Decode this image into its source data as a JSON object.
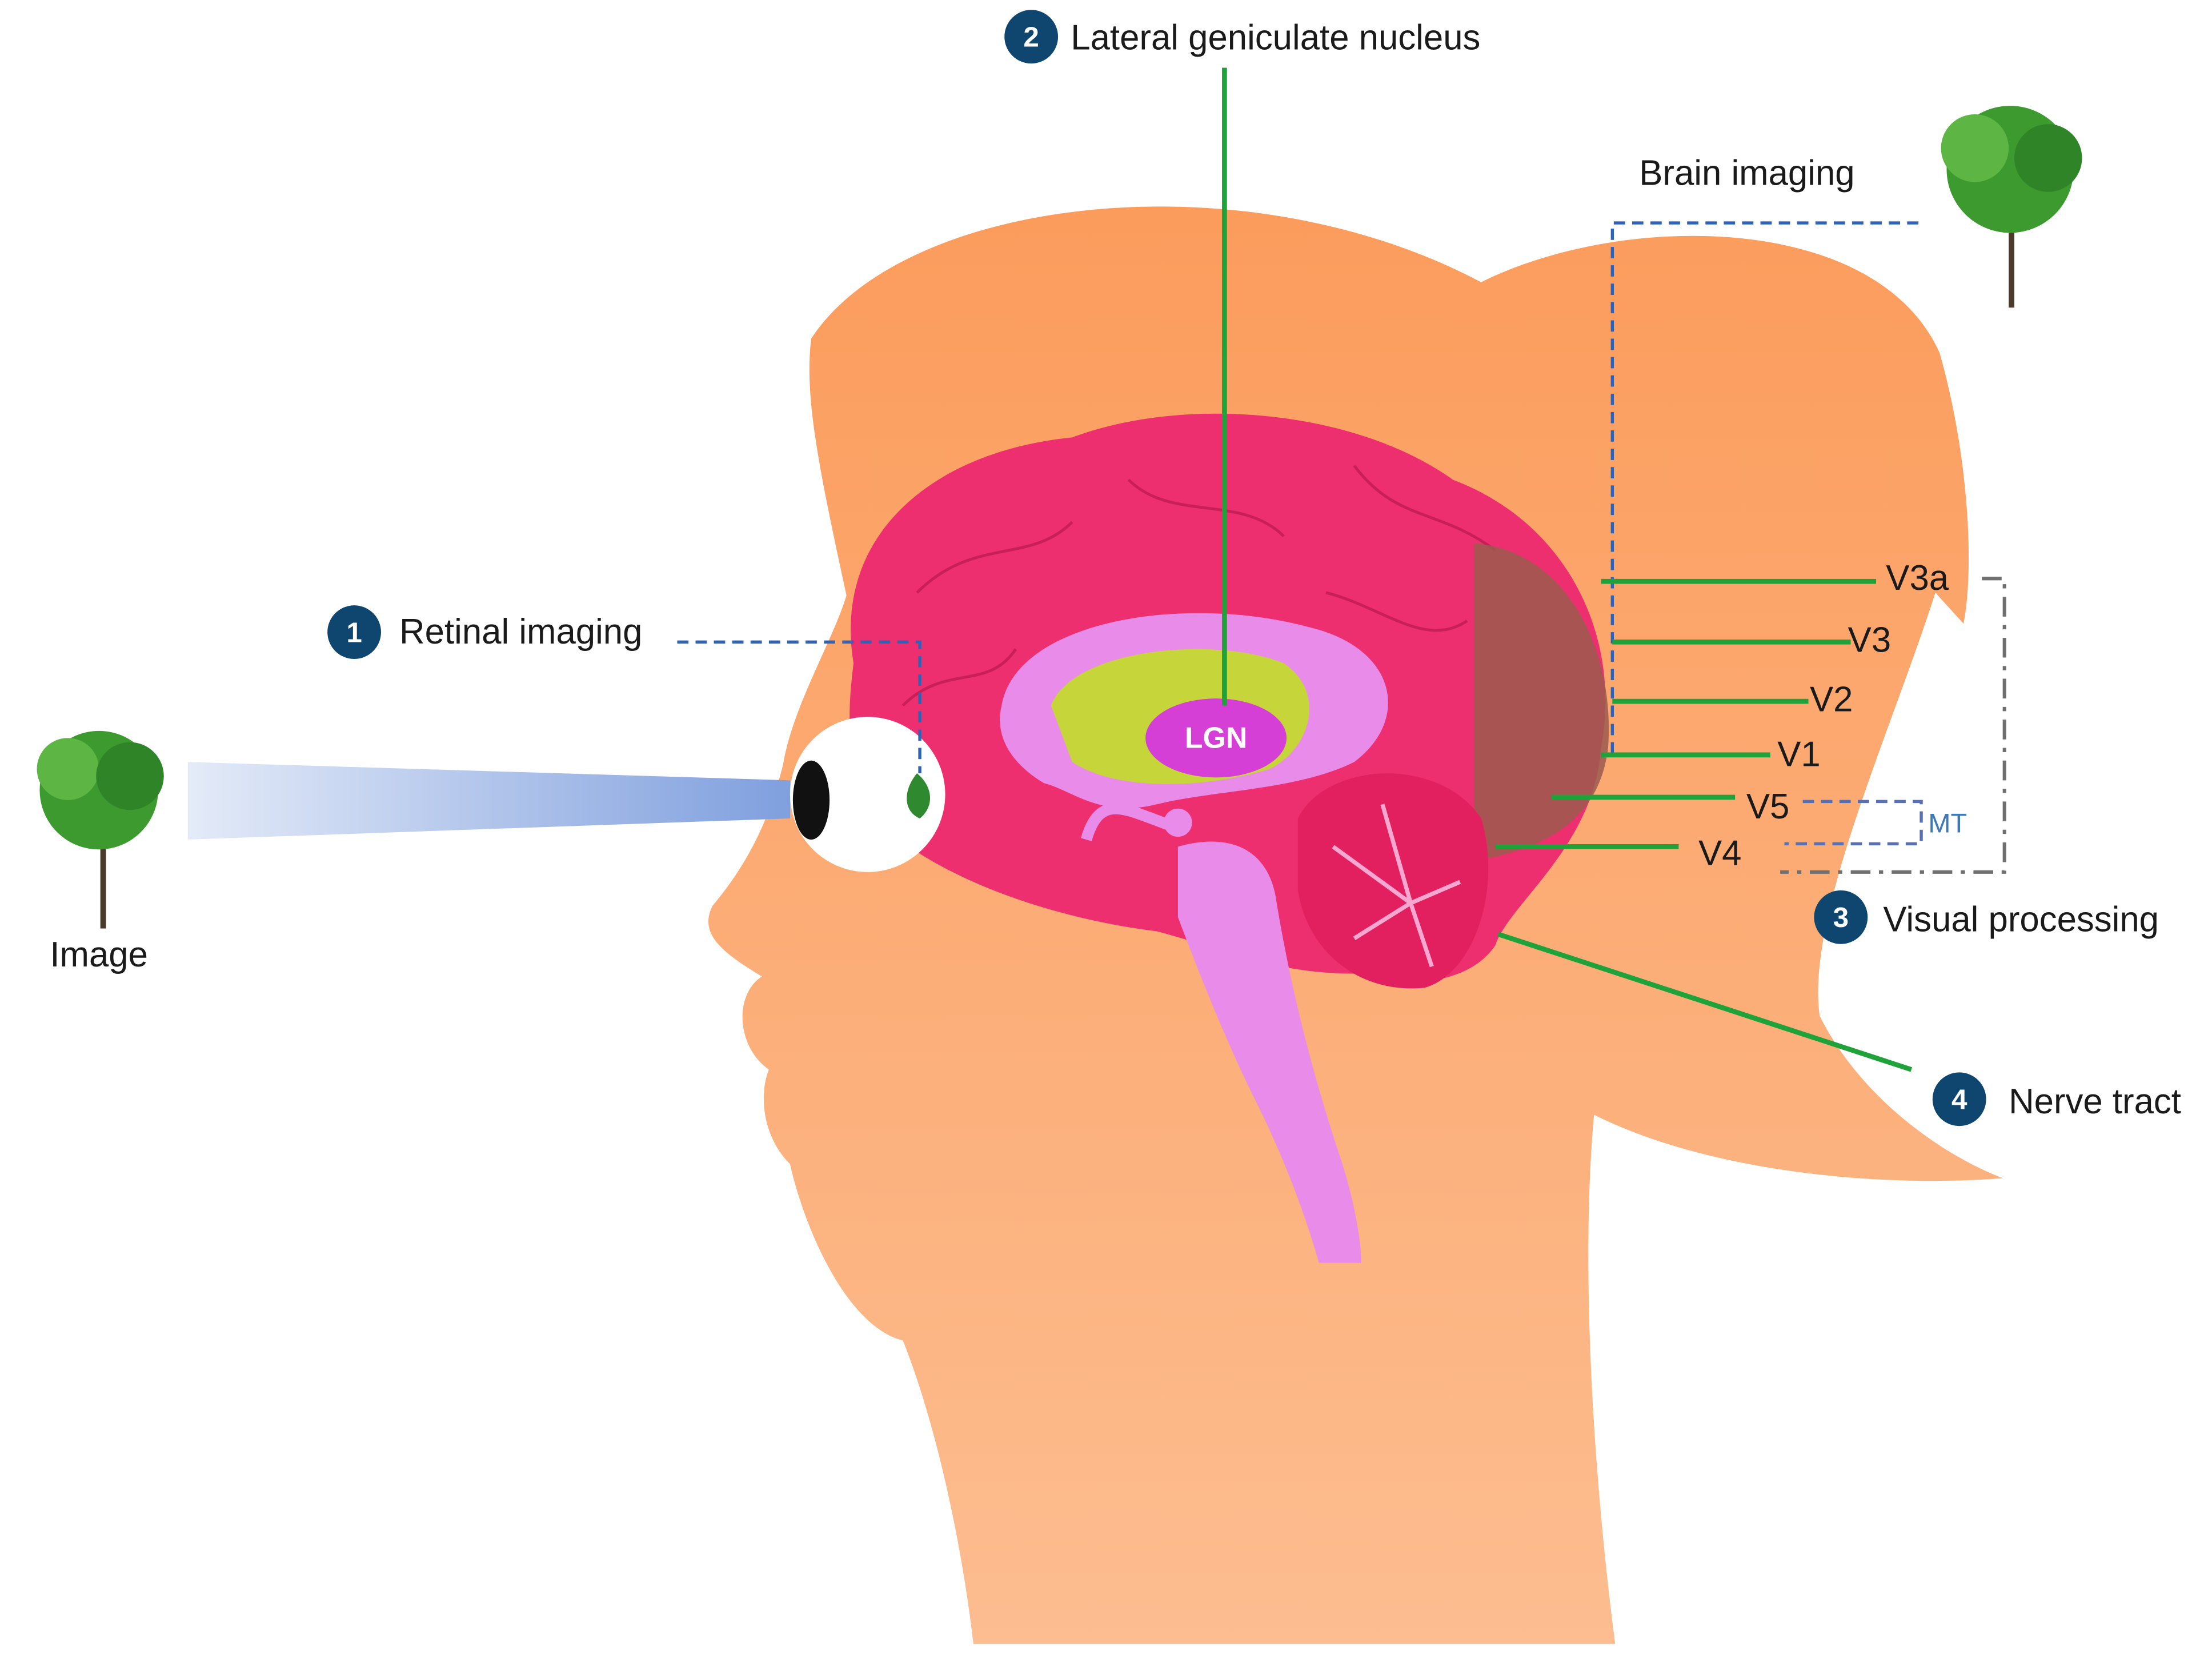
{
  "labels": {
    "image": "Image",
    "retinal_imaging": "Retinal imaging",
    "lgn_title": "Lateral geniculate nucleus",
    "lgn_short": "LGN",
    "brain_imaging": "Brain imaging",
    "visual_processing": "Visual processing",
    "nerve_tract": "Nerve tract",
    "mt": "MT"
  },
  "steps": [
    "1",
    "2",
    "3",
    "4"
  ],
  "areas": [
    "V3a",
    "V3",
    "V2",
    "V1",
    "V5",
    "V4"
  ],
  "colors": {
    "skin": "#fca46a",
    "brain": "#ee2f6f",
    "brainstem": "#e98be8",
    "lgn": "#d63fd6",
    "thalamus": "#c6d63a",
    "occipital": "#9a5a4f",
    "leader": "#1fa23a",
    "badge": "#0e4670",
    "dash_blue": "#2f63b8"
  }
}
